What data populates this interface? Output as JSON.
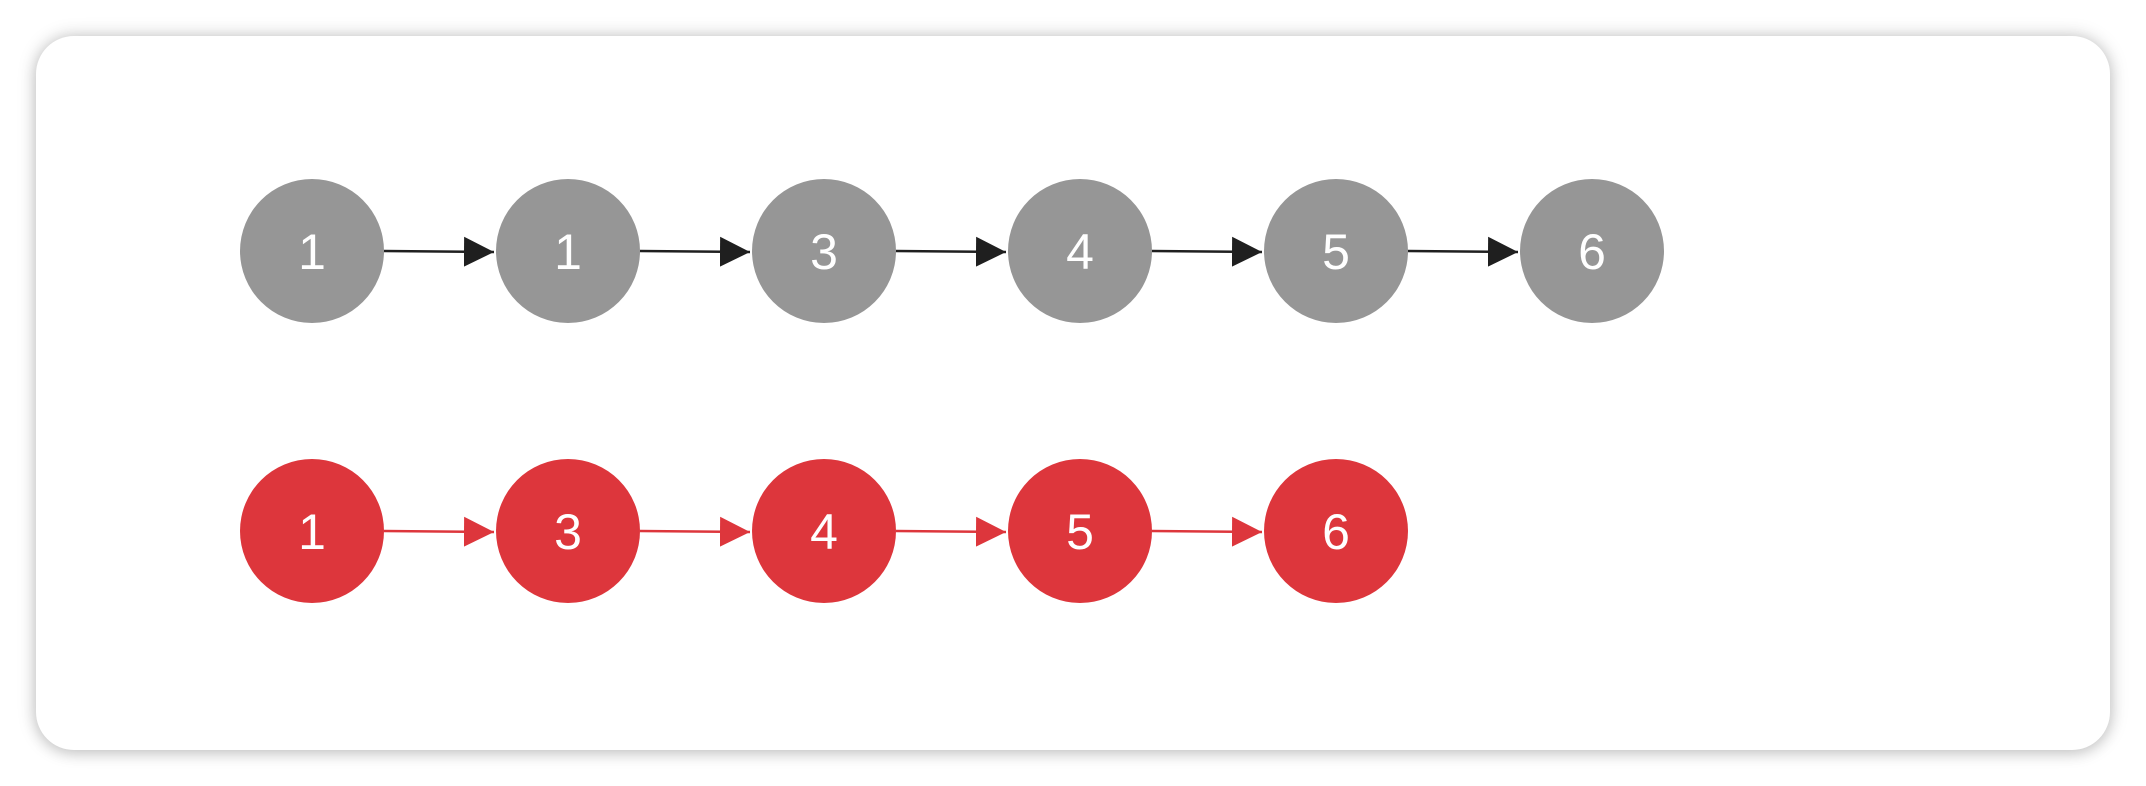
{
  "colors": {
    "original_node": "#969696",
    "original_arrow": "#1f1f1f",
    "result_node": "#dd363c",
    "result_arrow": "#dd363c"
  },
  "lists": [
    {
      "id": "original",
      "values": [
        "1",
        "1",
        "3",
        "4",
        "5",
        "6"
      ]
    },
    {
      "id": "result",
      "values": [
        "1",
        "3",
        "4",
        "5",
        "6"
      ]
    }
  ]
}
